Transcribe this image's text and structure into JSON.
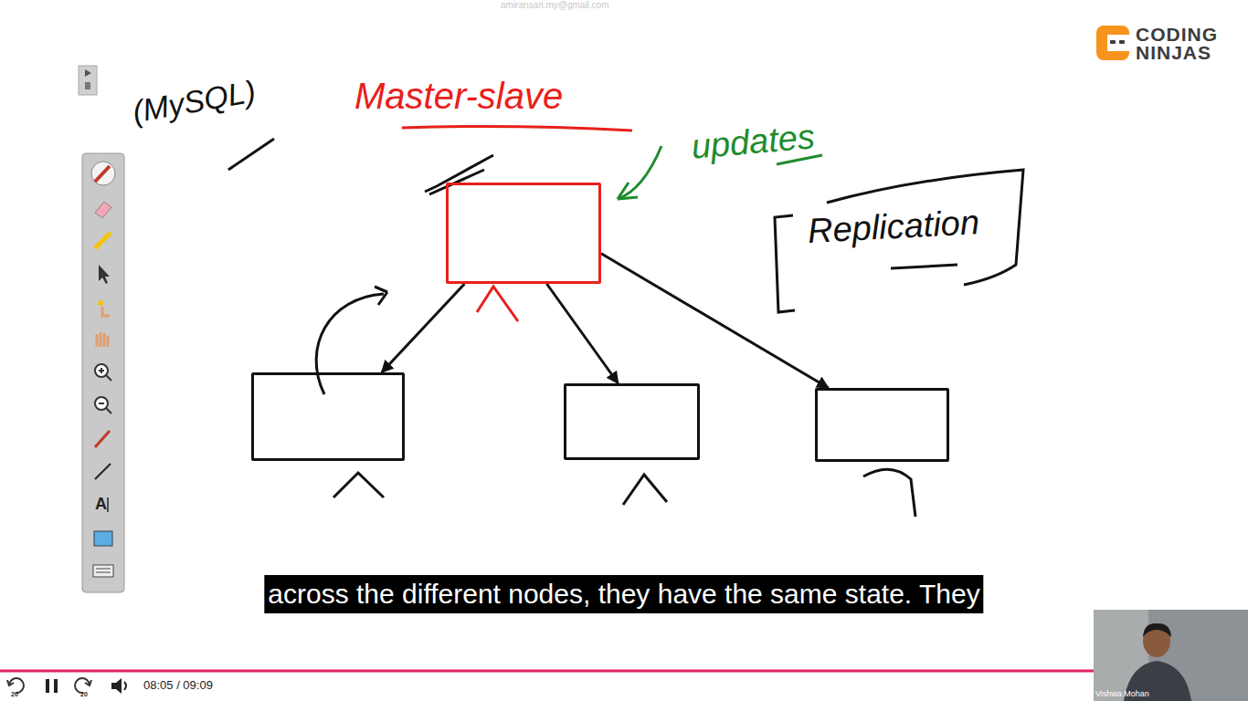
{
  "diagram": {
    "title": "Master-slave",
    "caption": "across the different nodes, they have the same state. They",
    "nodes": [
      {
        "text": []
      },
      {
        "text": []
      },
      {
        "text": []
      },
      {
        "text": []
      }
    ],
    "edges": [
      {
        "from": 0,
        "to": 1,
        "arrow": "to"
      },
      {
        "from": 0,
        "to": 2,
        "arrow": "to"
      },
      {
        "from": 0,
        "to": 3,
        "arrow": "to"
      }
    ],
    "labels": [
      "(MySQL)",
      "updates",
      "Replication",
      "CODING",
      "NINJAS",
      "amiransari.my@gmail.com",
      "08:05 / 09:09",
      "20",
      "20",
      "A",
      "Vishwa Mohan"
    ]
  }
}
